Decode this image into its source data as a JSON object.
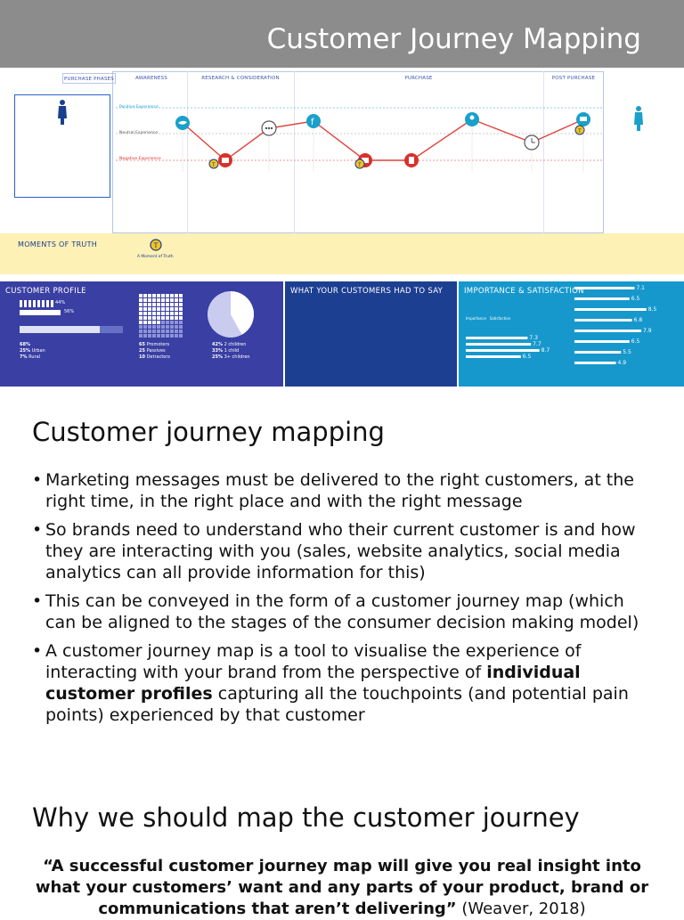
{
  "slide": {
    "title": "Customer Journey Mapping"
  },
  "infographic": {
    "stages": [
      "PURCHASE PHASES",
      "AWARENESS",
      "RESEARCH & CONSIDERATION",
      "PURCHASE",
      "POST PURCHASE"
    ],
    "experience_labels": {
      "positive": "Positive Experience",
      "neutral": "Neutral Experience",
      "negative": "Negative Experience"
    },
    "persona_left": {
      "text": ""
    },
    "persona_right": {
      "text": ""
    },
    "event_descriptions": [
      "",
      "",
      "",
      "",
      "",
      "",
      "",
      "",
      "",
      ""
    ],
    "moments": {
      "title": "MOMENTS OF TRUTH",
      "intro": "",
      "legend": "A Moment of Truth",
      "notes": [
        "",
        "",
        ""
      ]
    },
    "profile": {
      "title": "CUSTOMER PROFILE",
      "gender_pct": [
        "44%",
        "56%"
      ],
      "location": [
        {
          "value": "68%",
          "label": ""
        },
        {
          "value": "25%",
          "label": "Urban"
        },
        {
          "value": "7%",
          "label": "Rural"
        }
      ],
      "nps": [
        {
          "value": "65",
          "label": "Promoters"
        },
        {
          "value": "25",
          "label": "Passives"
        },
        {
          "value": "10",
          "label": "Detractors"
        }
      ],
      "family": [
        {
          "value": "42%",
          "label": "2 children"
        },
        {
          "value": "33%",
          "label": "1 child"
        },
        {
          "value": "25%",
          "label": "3+ children"
        }
      ],
      "pie_fraction": 0.42,
      "copyright": ""
    },
    "say": {
      "title": "WHAT YOUR CUSTOMERS HAD TO SAY",
      "quotes": [
        "",
        "",
        "",
        ""
      ]
    },
    "importance": {
      "title": "IMPORTANCE & SATISFACTION",
      "desc": "",
      "legend": [
        "Importance",
        "Satisfaction"
      ],
      "left_values": [
        7.3,
        7.7,
        8.7,
        6.5
      ],
      "right_values": [
        7.1,
        6.5,
        8.5,
        6.8,
        7.9,
        6.5,
        5.5,
        4.9
      ]
    },
    "colors": {
      "profile_bg": "#3a3fa3",
      "say_bg": "#1d3f92",
      "importance_bg": "#1798cd",
      "moments_bg": "#fdf1b6",
      "accent_blue": "#2a61c5",
      "negative_red": "#d9312b",
      "positive_teal": "#1aa0c9"
    }
  },
  "section1": {
    "heading": "Customer journey mapping",
    "bullets": [
      {
        "text": "Marketing messages must be delivered to the right customers, at the right time, in the right place and with the right message"
      },
      {
        "text": "So brands need to understand who their current customer is and how they are interacting with you (sales, website analytics, social media analytics can all provide information for this)"
      },
      {
        "text": "This can be conveyed in the form of a customer journey map (which can be aligned to the stages of the consumer decision making model)"
      },
      {
        "pre": "A customer journey map is a tool to visualise the experience of interacting with your brand from the perspective of ",
        "bold": "individual customer profiles",
        "post": " capturing all the touchpoints (and potential pain points) experienced by that customer"
      }
    ]
  },
  "section2": {
    "heading": "Why we should map the customer journey",
    "quote_bold": "“A successful customer journey map will give you real insight into what your customers’ want and any parts of your product, brand or communications that aren’t delivering”",
    "quote_cite": " (Weaver, 2018)"
  }
}
